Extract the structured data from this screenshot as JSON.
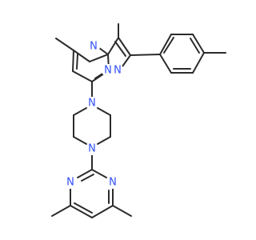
{
  "molecule": {
    "atom_labels": {
      "n_pyrimidine_top": "N",
      "n_bridge": "N",
      "n_pyrazole": "N",
      "n_piperazine_top": "N",
      "n_piperazine_bottom": "N",
      "n_pyrimidine_left": "N",
      "n_pyrimidine_right": "N"
    },
    "colors": {
      "bond": "#2b2b2b",
      "nitrogen": "#3050f8",
      "background": "#ffffff"
    }
  }
}
